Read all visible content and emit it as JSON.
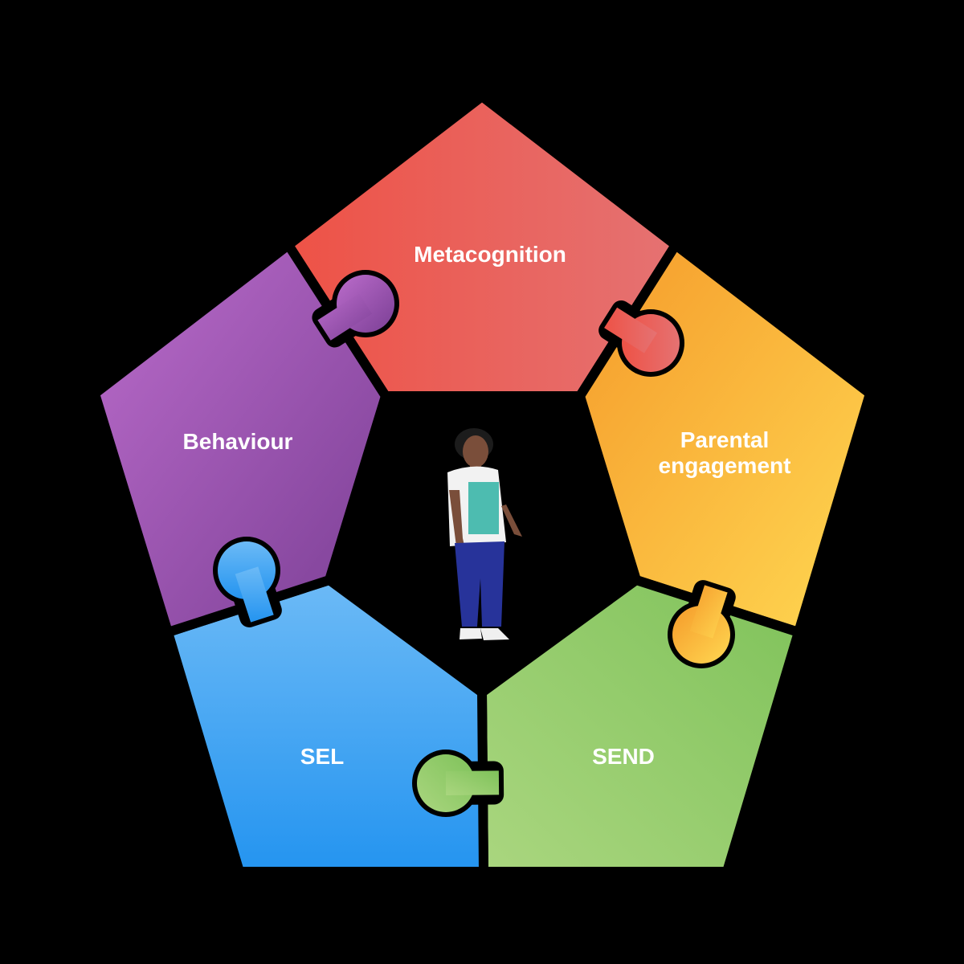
{
  "pieces": [
    {
      "label": "Metacognition",
      "colors": [
        "#ee5246",
        "#e57272"
      ]
    },
    {
      "label_line1": "Parental",
      "label_line2": "engagement",
      "colors": [
        "#f59a2a",
        "#ffd852"
      ]
    },
    {
      "label": "SEND",
      "colors": [
        "#7fc25a",
        "#aad67f"
      ]
    },
    {
      "label": "SEL",
      "colors": [
        "#6cbaf6",
        "#2494f0"
      ]
    },
    {
      "label": "Behaviour",
      "colors": [
        "#bb6ccb",
        "#7b3f95"
      ]
    }
  ],
  "person": {
    "skin": "#7a4e3a",
    "shirt": "#f2f2f2",
    "shirt_panel": "#4dbcb0",
    "pants": "#27339a",
    "hair": "#1c1c1c"
  }
}
